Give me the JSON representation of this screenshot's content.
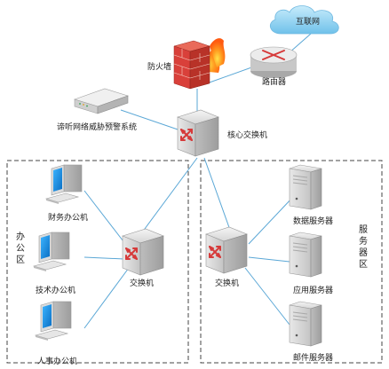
{
  "labels": {
    "internet": "互联网",
    "firewall": "防火墙",
    "router": "路由器",
    "monitor": "谛听网络威胁预警系统",
    "core_switch": "核心交换机",
    "finance_pc": "财务办公机",
    "tech_pc": "技术办公机",
    "hr_pc": "人事办公机",
    "office_switch": "交换机",
    "server_switch": "交换机",
    "db_server": "数据服务器",
    "app_server": "应用服务器",
    "mail_server": "邮件服务器"
  },
  "zones": {
    "office": "办公区",
    "server": "服务器区"
  },
  "colors": {
    "link": "#5aa7d6",
    "cloud": "#8fd0f0",
    "brick": "#d9403a",
    "switch_arrow": "#d63a3a",
    "monitor_screen": "#1f8fe6"
  }
}
